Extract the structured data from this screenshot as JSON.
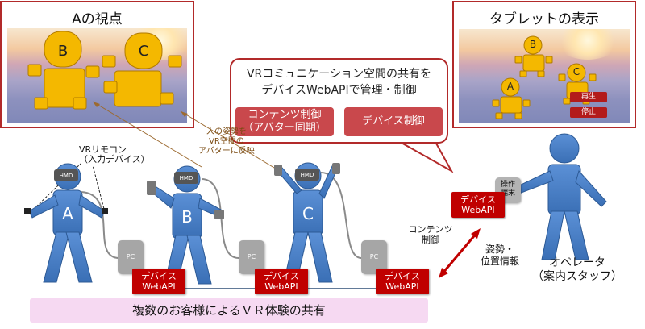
{
  "panel_a": {
    "title": "Aの視点",
    "avatars": [
      "B",
      "C"
    ]
  },
  "panel_tablet": {
    "title": "タブレットの表示",
    "avatars": [
      "B",
      "A",
      "C"
    ],
    "btn_play": "再生",
    "btn_stop": "停止"
  },
  "callout": {
    "line1": "VRコミュニケーション空間の共有を",
    "line2": "デバイスWebAPIで管理・制御",
    "box_content_1": "コンテンツ制御",
    "box_content_2": "（アバター同期）",
    "box_device": "デバイス制御"
  },
  "annotations": {
    "remote_1": "VRリモコン",
    "remote_2": "（入力デバイス）",
    "sync_1": "人の姿勢を",
    "sync_2": "VR空間の",
    "sync_3": "アバターに反映",
    "content_1": "コンテンツ",
    "content_2": "制御",
    "pose_1": "姿勢・",
    "pose_2": "位置情報",
    "operator_1": "オペレータ",
    "operator_2": "（案内スタッフ）"
  },
  "terminal": {
    "line1": "操作",
    "line2": "端末"
  },
  "people": [
    "A",
    "B",
    "C"
  ],
  "hmd": "HMD",
  "pc": "PC",
  "api": {
    "line1": "デバイス",
    "line2": "WebAPI"
  },
  "bottom_bar": "複数のお客様によるＶＲ体験の共有",
  "colors": {
    "accent_red": "#c00000",
    "frame_red": "#b22a2a",
    "person_blue": "#4a7fc4",
    "avatar_yellow": "#f4b800",
    "pink": "#f6d9f2"
  }
}
